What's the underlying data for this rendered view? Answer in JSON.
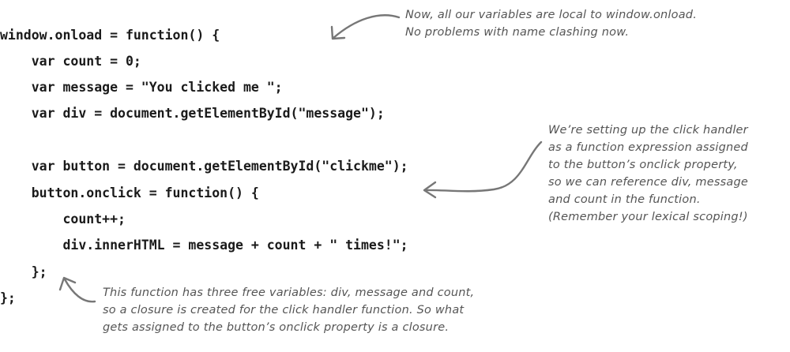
{
  "code": {
    "lines": [
      "window.onload = function() {",
      "    var count = 0;",
      "    var message = \"You clicked me \";",
      "    var div = document.getElementById(\"message\");",
      "",
      "    var button = document.getElementById(\"clickme\");",
      "    button.onclick = function() {",
      "        count++;",
      "        div.innerHTML = message + count + \" times!\";",
      "    };",
      "};"
    ]
  },
  "annotations": {
    "top": [
      "Now, all our variables are local to window.onload.",
      "No problems with name clashing now."
    ],
    "right": [
      "We’re setting up the click handler",
      "as a function expression assigned",
      "to the button’s onclick property,",
      "so we can reference div, message",
      "and count in the function.",
      "(Remember your lexical scoping!)"
    ],
    "bottom": [
      "This function has three free variables: div, message and count,",
      "so a closure is created for the click handler function. So what",
      "gets assigned to the button’s onclick property is a closure."
    ]
  },
  "colors": {
    "code": "#1a1a1a",
    "annotation": "#555555",
    "arrow": "#777777"
  }
}
